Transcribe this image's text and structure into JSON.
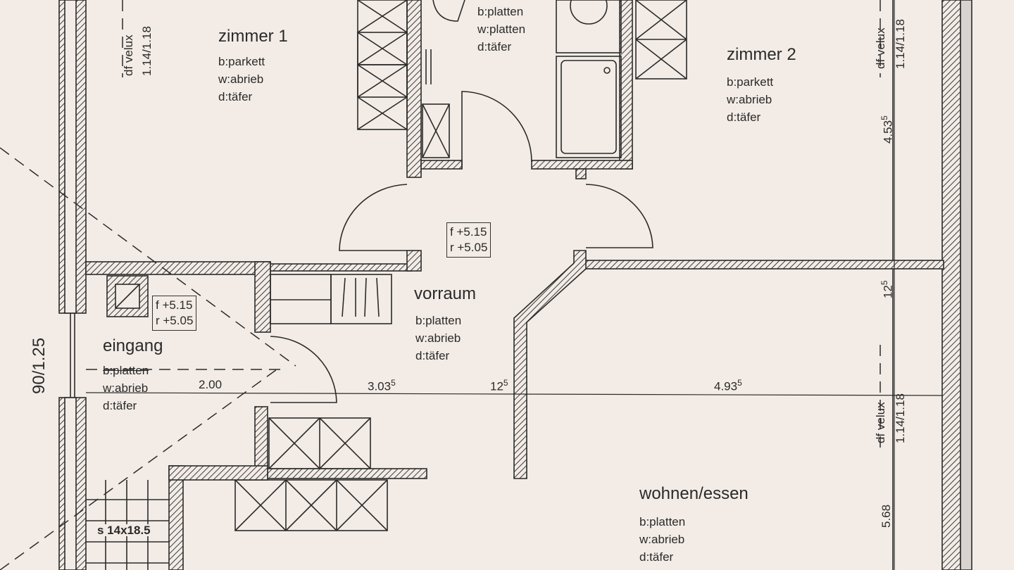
{
  "rooms": {
    "zimmer1": {
      "name": "zimmer 1",
      "b": "b:parkett",
      "w": "w:abrieb",
      "d": "d:täfer"
    },
    "bad": {
      "b": "b:platten",
      "w": "w:platten",
      "d": "d:täfer"
    },
    "zimmer2": {
      "name": "zimmer 2",
      "b": "b:parkett",
      "w": "w:abrieb",
      "d": "d:täfer"
    },
    "vorraum": {
      "name": "vorraum",
      "b": "b:platten",
      "w": "w:abrieb",
      "d": "d:täfer"
    },
    "eingang": {
      "name": "eingang",
      "b": "b:platten",
      "w": "w:abrieb",
      "d": "d:täfer"
    },
    "wohnen": {
      "name": "wohnen/essen",
      "b": "b:platten",
      "w": "w:abrieb",
      "d": "d:täfer"
    }
  },
  "levels": {
    "vorraum": {
      "f": "f +5.15",
      "r": "r +5.05"
    },
    "eingang": {
      "f": "f +5.15",
      "r": "r +5.05"
    }
  },
  "dimensions": {
    "d200": "2.00",
    "d303": "3.03",
    "d303_sup": "5",
    "d12a": "12",
    "d12a_sup": "5",
    "d493": "4.93",
    "d493_sup": "5",
    "d453": "4.53",
    "d453_sup": "5",
    "d12b": "12",
    "d12b_sup": "5",
    "d568": "5.68",
    "window_left": "90/1.25"
  },
  "velux": {
    "top_left_1": "df velux",
    "top_left_2": "1.14/1.18",
    "top_right_1": "df velux",
    "top_right_2": "1.14/1.18",
    "mid_right_1": "df velux",
    "mid_right_2": "1.14/1.18"
  },
  "stairs": {
    "label": "s 14x18.5"
  }
}
